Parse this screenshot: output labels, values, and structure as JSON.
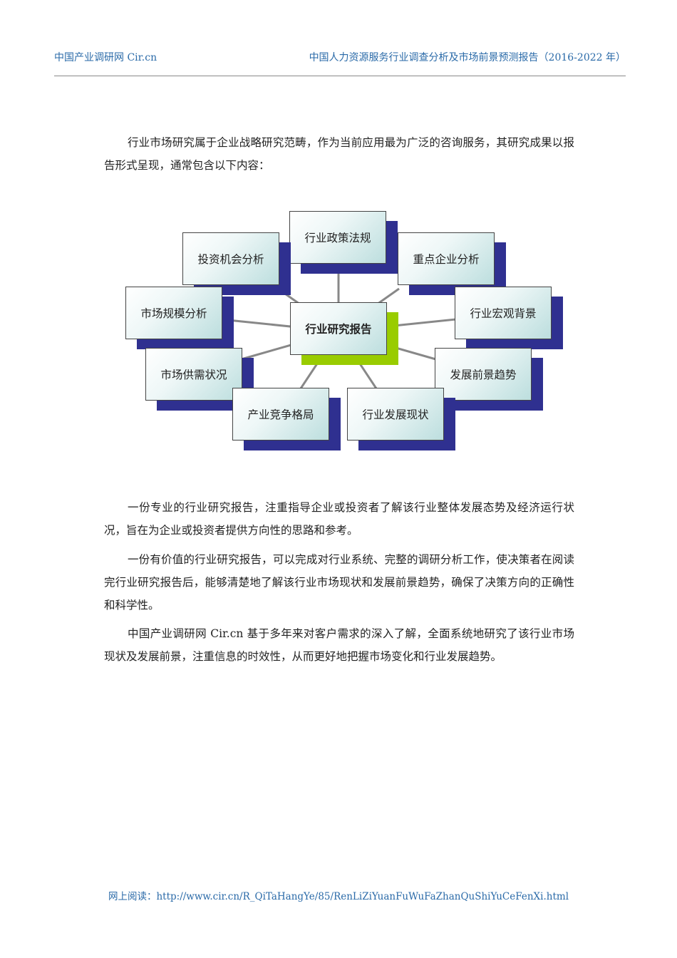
{
  "header": {
    "left": "中国产业调研网 Cir.cn",
    "right": "中国人力资源服务行业调查分析及市场前景预测报告（2016-2022 年）"
  },
  "paragraphs": [
    "行业市场研究属于企业战略研究范畴，作为当前应用最为广泛的咨询服务，其研究成果以报告形式呈现，通常包含以下内容：",
    "一份专业的行业研究报告，注重指导企业或投资者了解该行业整体发展态势及经济运行状况，旨在为企业或投资者提供方向性的思路和参考。",
    "一份有价值的行业研究报告，可以完成对行业系统、完整的调研分析工作，使决策者在阅读完行业研究报告后，能够清楚地了解该行业市场现状和发展前景趋势，确保了决策方向的正确性和科学性。",
    "中国产业调研网 Cir.cn 基于多年来对客户需求的深入了解，全面系统地研究了该行业市场现状及发展前景，注重信息的时效性，从而更好地把握市场变化和行业发展趋势。"
  ],
  "diagram": {
    "center": "行业研究报告",
    "nodes": [
      "行业政策法规",
      "投资机会分析",
      "重点企业分析",
      "市场规模分析",
      "行业宏观背景",
      "市场供需状况",
      "发展前景趋势",
      "产业竞争格局",
      "行业发展现状"
    ]
  },
  "footer": {
    "text": "网上阅读：http://www.cir.cn/R_QiTaHangYe/85/RenLiZiYuanFuWuFaZhanQuShiYuCeFenXi.html"
  },
  "colors": {
    "header_text": "#2a6aa8",
    "node_shadow": "#2f3090",
    "center_shadow": "#99cc00",
    "connector": "#888888"
  }
}
